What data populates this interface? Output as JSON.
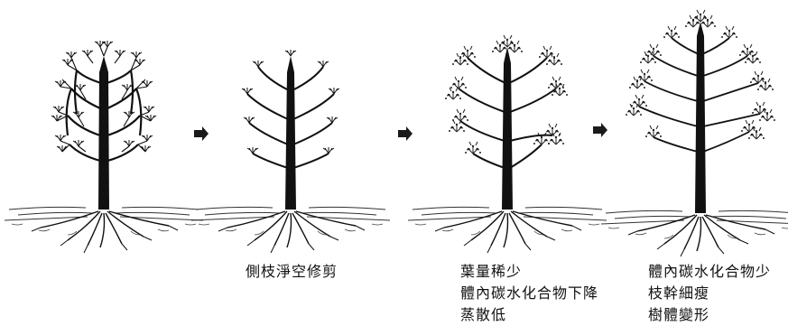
{
  "stages": [
    {
      "lines": []
    },
    {
      "lines": [
        "側枝淨空修剪"
      ]
    },
    {
      "lines": [
        "葉量稀少",
        "體內碳水化合物下降",
        "蒸散低"
      ]
    },
    {
      "lines": [
        "體內碳水化合物少",
        "枝幹細瘦",
        "樹體變形"
      ]
    }
  ],
  "icons": [
    "tree-full-icon",
    "tree-pruned-icon",
    "tree-sparse-icon",
    "tree-deformed-icon",
    "arrow-right-icon"
  ],
  "colors": {
    "ink": "#1a1a1a",
    "paper": "#ffffff"
  }
}
